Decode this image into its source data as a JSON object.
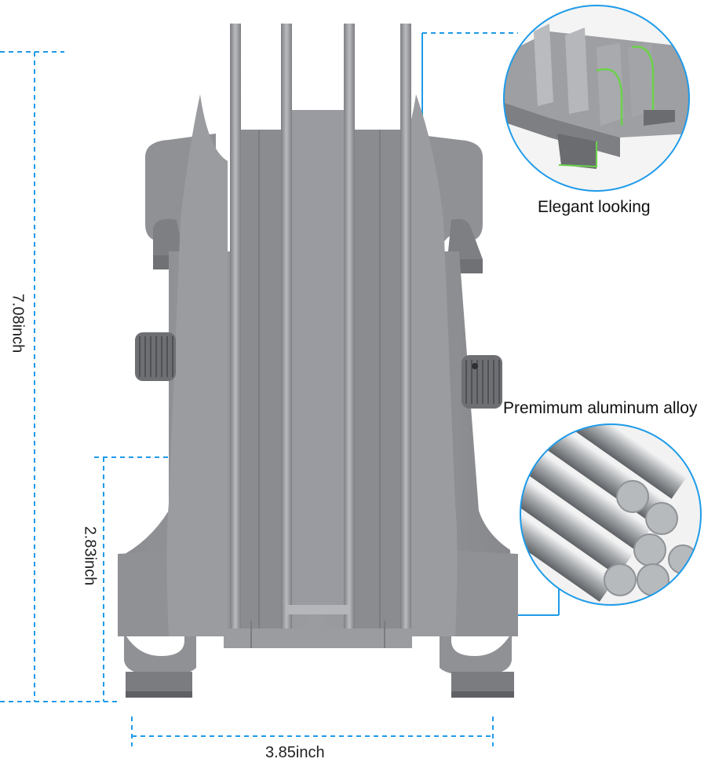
{
  "dimensions": {
    "height": "7.08inch",
    "slot_depth": "2.83inch",
    "width": "3.85inch"
  },
  "features": {
    "elegant": "Elegant looking",
    "material": "Premimum aluminum alloy"
  },
  "colors": {
    "accent": "#1e9be9",
    "metal": "#8e9094",
    "metal_light": "#a7a9ad",
    "metal_dark": "#6f7175",
    "highlight": "#6bd24a"
  }
}
